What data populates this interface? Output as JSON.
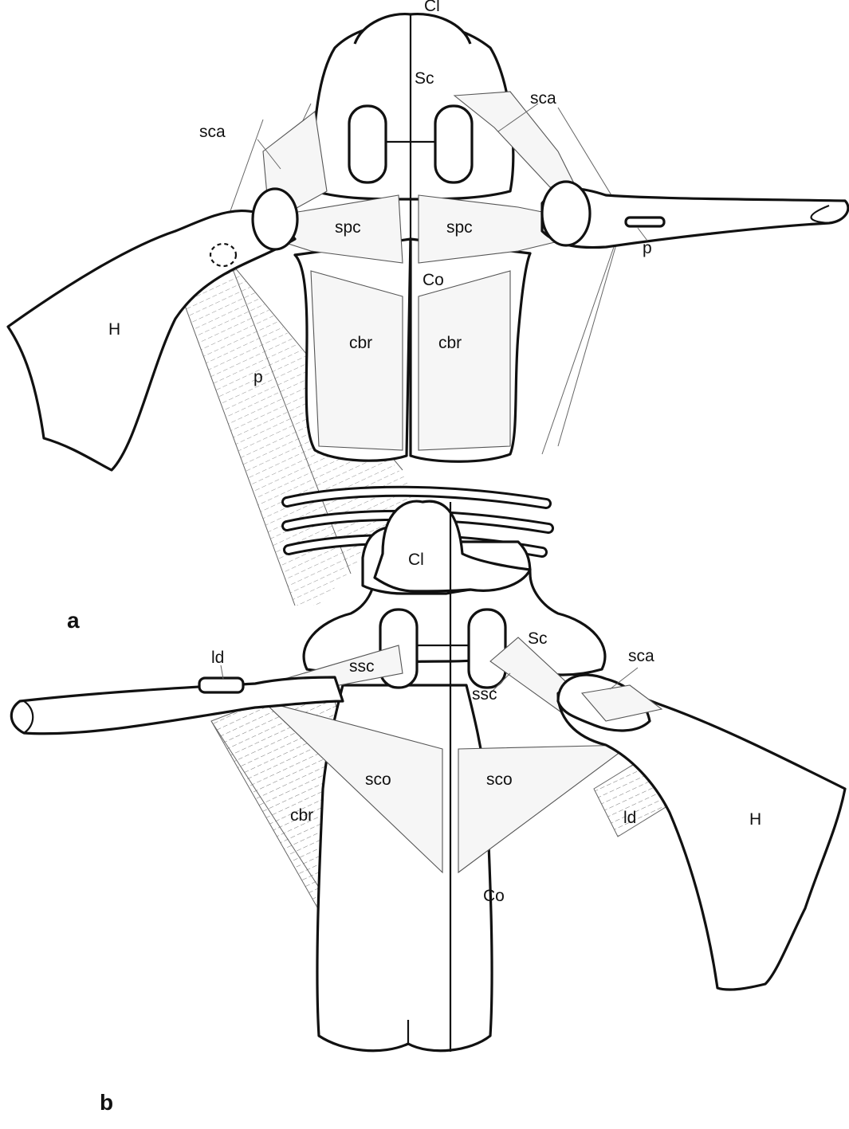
{
  "panel_a": {
    "panel_label": "a",
    "labels": {
      "clavicle": "Cl",
      "scapula": "Sc",
      "coracoid": "Co",
      "humerus": "H",
      "sca_left": "sca",
      "sca_right": "sca",
      "spc_left": "spc",
      "spc_right": "spc",
      "cbr_left": "cbr",
      "cbr_right": "cbr",
      "pectoralis_main": "p",
      "pectoralis_insertion": "p"
    }
  },
  "panel_b": {
    "panel_label": "b",
    "labels": {
      "clavicle": "Cl",
      "scapula": "Sc",
      "coracoid": "Co",
      "humerus": "H",
      "ld_left": "ld",
      "ld_right": "ld",
      "ssc_left": "ssc",
      "ssc_right": "ssc",
      "sca": "sca",
      "sco_left": "sco",
      "sco_right": "sco",
      "cbr": "cbr"
    }
  },
  "style": {
    "line_color": "#111111",
    "muscle_fill": "#f6f6f6",
    "background": "#ffffff"
  }
}
